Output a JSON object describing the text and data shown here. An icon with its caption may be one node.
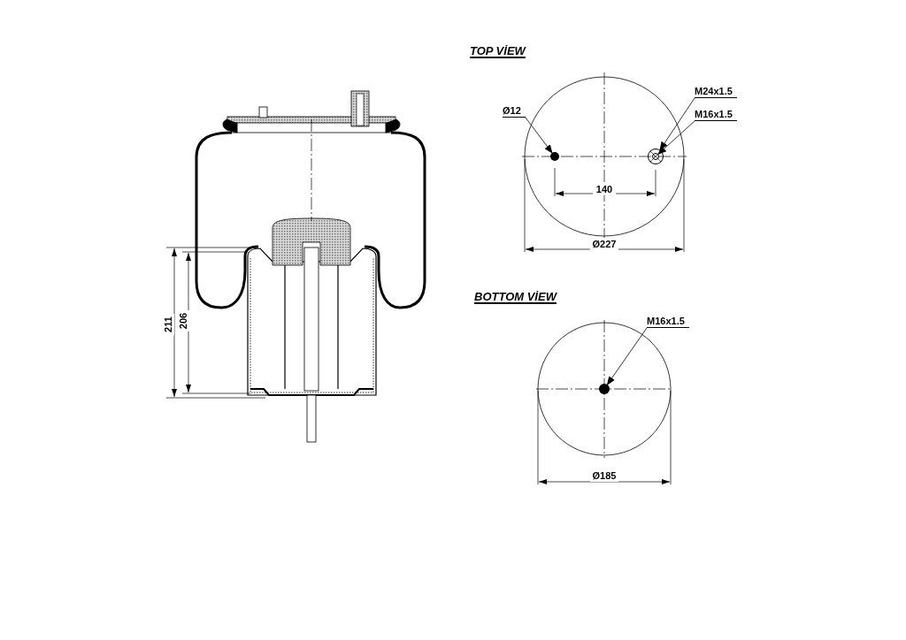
{
  "diagram": {
    "nodes": [
      {
        "text": [
          "Ø12"
        ]
      },
      {
        "text": [],
        "shape": "circle"
      },
      {
        "text": [
          "M24x1.5"
        ]
      },
      {
        "text": [
          "M16x1.5"
        ]
      },
      {
        "text": [],
        "shape": "circle"
      },
      {
        "text": [],
        "shape": "circle",
        "in": 4
      },
      {
        "text": [
          "M16x1.5"
        ]
      },
      {
        "text": [],
        "shape": "circle"
      }
    ],
    "edges": [
      {
        "from": 0,
        "to": 1,
        "arrow": "to"
      },
      {
        "from": 2,
        "to": 4,
        "arrow": "to"
      },
      {
        "from": 3,
        "to": 5,
        "arrow": "to"
      },
      {
        "from": 6,
        "to": 7,
        "arrow": "to"
      }
    ],
    "labels": [
      "TOP VİEW",
      "140",
      "Ø227",
      "BOTTOM VİEW",
      "211",
      "206",
      "Ø185"
    ]
  }
}
